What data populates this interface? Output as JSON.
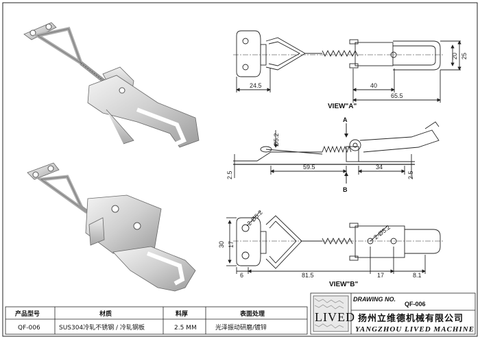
{
  "views": {
    "a": "VIEW\"A\"",
    "b": "VIEW\"B\"",
    "arrow_a": "A",
    "arrow_b": "B"
  },
  "dimensions": {
    "top": {
      "w1": "24.5",
      "w2": "40",
      "w3": "65.5",
      "h1": "20",
      "h2": "25"
    },
    "side": {
      "dia": "Ø5.2",
      "l1": "59.5",
      "l2": "34",
      "t1": "2.5",
      "t2": "2.5"
    },
    "bottom": {
      "h1": "30",
      "h2": "17",
      "hole1": "2-Ø5.2",
      "hole2": "2-Ø5.2",
      "w1": "6",
      "w2": "81.5",
      "w3": "17",
      "w4": "8.1"
    }
  },
  "table": {
    "headers": [
      "产品型号",
      "材质",
      "料厚",
      "表面处理"
    ],
    "row": [
      "QF-006",
      "SUS304冷轧不锈钢 / 冷轧钢板",
      "2.5 MM",
      "光泽振动研磨/镀锌"
    ]
  },
  "title_block": {
    "logo": "LIVED",
    "drawing_no_label": "DRAWING NO.",
    "drawing_no": "QF-006",
    "company_cn": "扬州立维德机械有限公司",
    "company_en": "YANGZHOU LIVED MACHINE"
  }
}
